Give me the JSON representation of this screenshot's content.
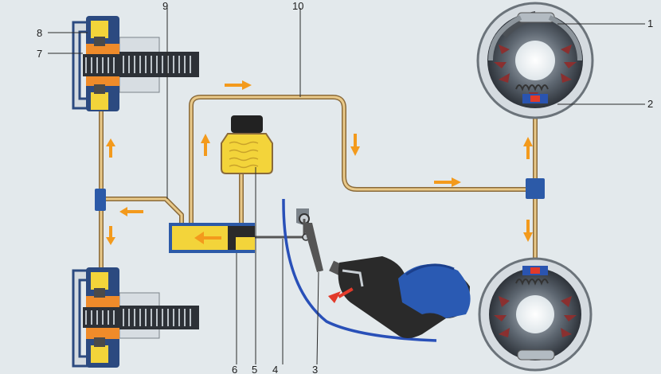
{
  "labels": {
    "l1": "1",
    "l2": "2",
    "l3": "3",
    "l4": "4",
    "l5": "5",
    "l6": "6",
    "l7": "7",
    "l8": "8",
    "l9": "9",
    "l10": "10"
  },
  "colors": {
    "background": "#e3e9ec",
    "fluid_yellow": "#f3d43a",
    "pipe_tan": "#c8a66a",
    "caliper_blue": "#2c4a80",
    "arrow_orange": "#f39a1c",
    "arrow_red": "#e23a2a",
    "pad_orange": "#ef8b2a",
    "pedal_dark": "#333333",
    "shoe_dark_blue": "#2a54b0"
  }
}
